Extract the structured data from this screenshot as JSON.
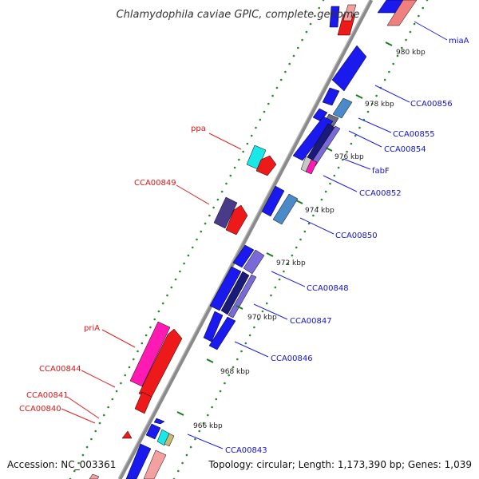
{
  "title": "Chlamydophila caviae GPIC, complete genome",
  "accession_text": "Accession: NC_003361",
  "topology_text": "Topology: circular; Length: 1,173,390 bp; Genes: 1,039",
  "colors": {
    "backbone": "#8a8a8a",
    "forward_label": "#1414cc",
    "reverse_label": "#d81818",
    "leader_forward": "#2020e0",
    "leader_reverse": "#e02020",
    "dot_track": "#2a8a2a"
  },
  "scale_ticks": [
    {
      "label": "980 kbp",
      "kbp": 980
    },
    {
      "label": "978 kbp",
      "kbp": 978
    },
    {
      "label": "976 kbp",
      "kbp": 976
    },
    {
      "label": "974 kbp",
      "kbp": 974
    },
    {
      "label": "972 kbp",
      "kbp": 972
    },
    {
      "label": "970 kbp",
      "kbp": 970
    },
    {
      "label": "968 kbp",
      "kbp": 968
    },
    {
      "label": "966 kbp",
      "kbp": 966
    }
  ],
  "forward_labels": [
    "miaA",
    "CCA00856",
    "CCA00855",
    "CCA00854",
    "fabF",
    "CCA00852",
    "CCA00850",
    "CCA00848",
    "CCA00847",
    "CCA00846",
    "CCA00843"
  ],
  "reverse_labels": [
    "ppa",
    "CCA00849",
    "priA",
    "CCA00844",
    "CCA00841",
    "CCA00840"
  ]
}
